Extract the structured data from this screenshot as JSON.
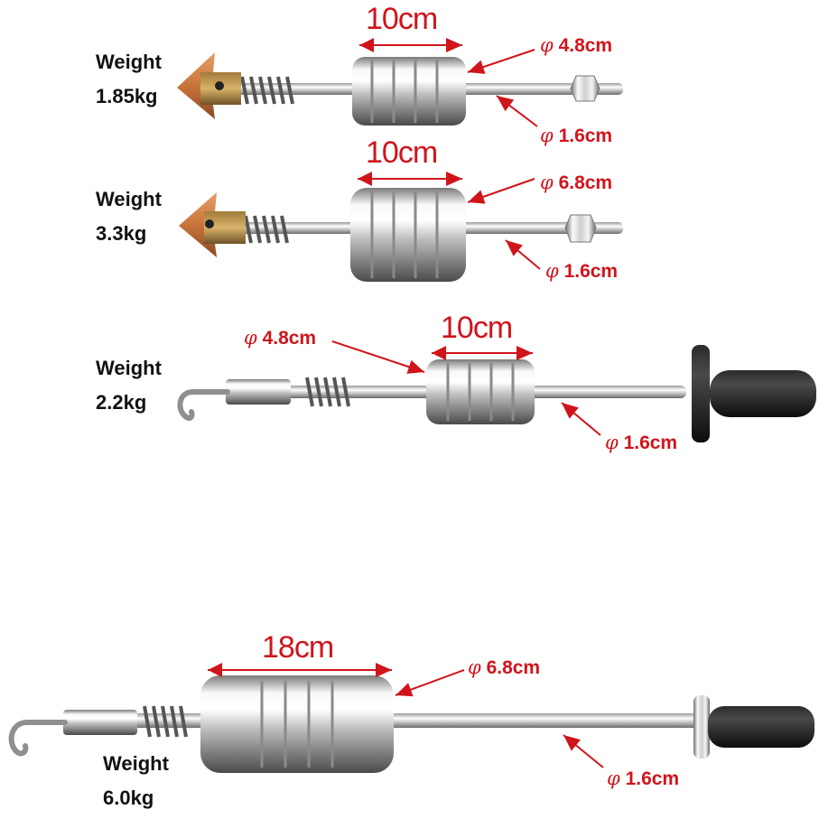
{
  "tools": [
    {
      "weight_label": "Weight",
      "weight_value": "1.85kg",
      "slide_length": "10cm",
      "weight_diameter": "4.8cm",
      "shaft_diameter": "1.6cm",
      "tip": "arrow-tip",
      "end": "hex-nut"
    },
    {
      "weight_label": "Weight",
      "weight_value": "3.3kg",
      "slide_length": "10cm",
      "weight_diameter": "6.8cm",
      "shaft_diameter": "1.6cm",
      "tip": "arrow-tip",
      "end": "hex-nut"
    },
    {
      "weight_label": "Weight",
      "weight_value": "2.2kg",
      "slide_length": "10cm",
      "weight_diameter": "4.8cm",
      "shaft_diameter": "1.6cm",
      "tip": "hook-tip",
      "end": "rubber-handle"
    },
    {
      "weight_label": "Weight",
      "weight_value": "6.0kg",
      "slide_length": "18cm",
      "weight_diameter": "6.8cm",
      "shaft_diameter": "1.6cm",
      "tip": "hook-tip",
      "end": "rubber-handle"
    }
  ],
  "phi_symbol": "φ",
  "colors": {
    "annotation": "#d0141b",
    "weight_text": "#111111",
    "chrome_light": "#f4f4f4",
    "chrome_dark": "#6f6f6f",
    "copper_tip": "#c8743a",
    "rubber": "#1a1a1a"
  }
}
